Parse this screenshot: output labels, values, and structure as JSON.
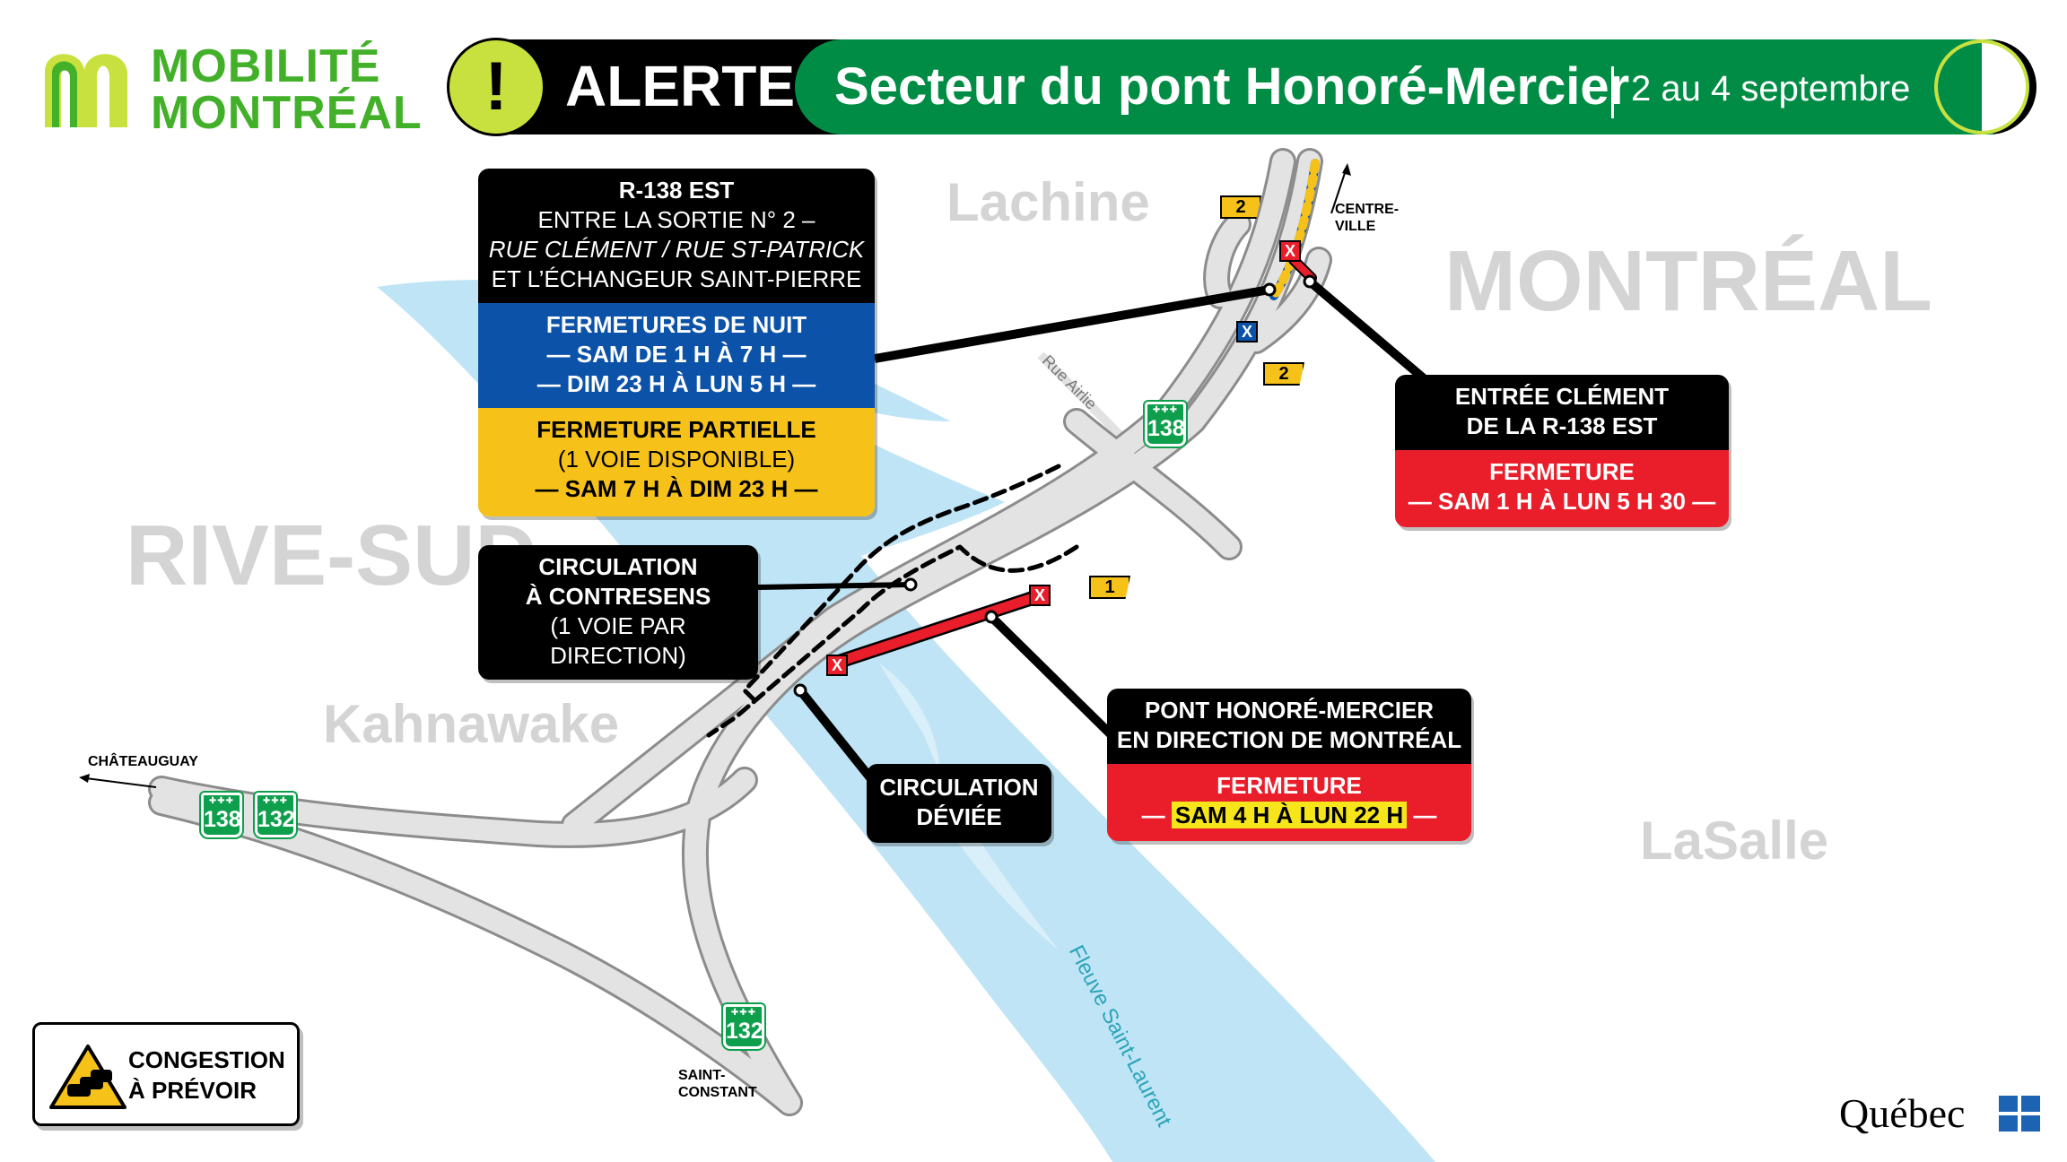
{
  "header": {
    "logo_line1": "MOBILITÉ",
    "logo_line2": "MONTRÉAL",
    "alert_symbol": "!",
    "alert_word": "ALERTE",
    "title": "Secteur du pont Honoré-Mercier",
    "date": "2 au 4 septembre"
  },
  "colors": {
    "brand_green": "#43b02a",
    "title_green": "#008c45",
    "alert_yellow": "#c9e13e",
    "closure_red": "#ea1e2b",
    "night_blue": "#0b52a8",
    "partial_yellow": "#f6c21a",
    "river": "#bfe4f5"
  },
  "places": {
    "lachine": "Lachine",
    "montreal": "MONTRÉAL",
    "rive_sud": "RIVE-SUD",
    "kahnawake": "Kahnawake",
    "lasalle": "LaSalle",
    "river": "Fleuve Saint-Laurent",
    "rue_airlie": "Rue Airlie",
    "centre_ville": [
      "CENTRE-",
      "VILLE"
    ],
    "chateauguay": "CHÂTEAUGUAY",
    "saint_constant": [
      "SAINT-",
      "CONSTANT"
    ]
  },
  "shields": {
    "r138": "138",
    "r132": "132",
    "exit2": "2",
    "exit1": "1",
    "closure_mark": "X"
  },
  "callouts": {
    "r138_est": {
      "header_lines": [
        "R-138 EST",
        "ENTRE LA SORTIE N° 2 –",
        "RUE CLÉMENT / RUE ST-PATRICK",
        "ET L’ÉCHANGEUR SAINT-PIERRE"
      ],
      "night_title": "FERMETURES DE NUIT",
      "night_lines": [
        "— SAM DE 1 H À 7 H —",
        "— DIM 23 H À LUN 5 H —"
      ],
      "partial_title": "FERMETURE PARTIELLE",
      "partial_lines": [
        "(1 VOIE DISPONIBLE)",
        "— SAM 7 H À DIM 23 H —"
      ]
    },
    "contresens": {
      "lines": [
        "CIRCULATION",
        "À CONTRESENS",
        "(1 VOIE PAR DIRECTION)"
      ]
    },
    "clement": {
      "lines": [
        "ENTRÉE CLÉMENT",
        "DE LA R-138 EST"
      ],
      "closure_title": "FERMETURE",
      "closure_time": "— SAM 1 H À LUN 5 H 30 —"
    },
    "pont": {
      "lines": [
        "PONT HONORÉ-MERCIER",
        "EN DIRECTION DE MONTRÉAL"
      ],
      "closure_title": "FERMETURE",
      "closure_time": "SAM 4 H À LUN 22 H"
    },
    "deviee": {
      "lines": [
        "CIRCULATION",
        "DÉVIÉE"
      ]
    }
  },
  "legend": {
    "congestion_lines": [
      "CONGESTION",
      "À PRÉVOIR"
    ]
  },
  "footer": {
    "quebec": "Québec"
  }
}
